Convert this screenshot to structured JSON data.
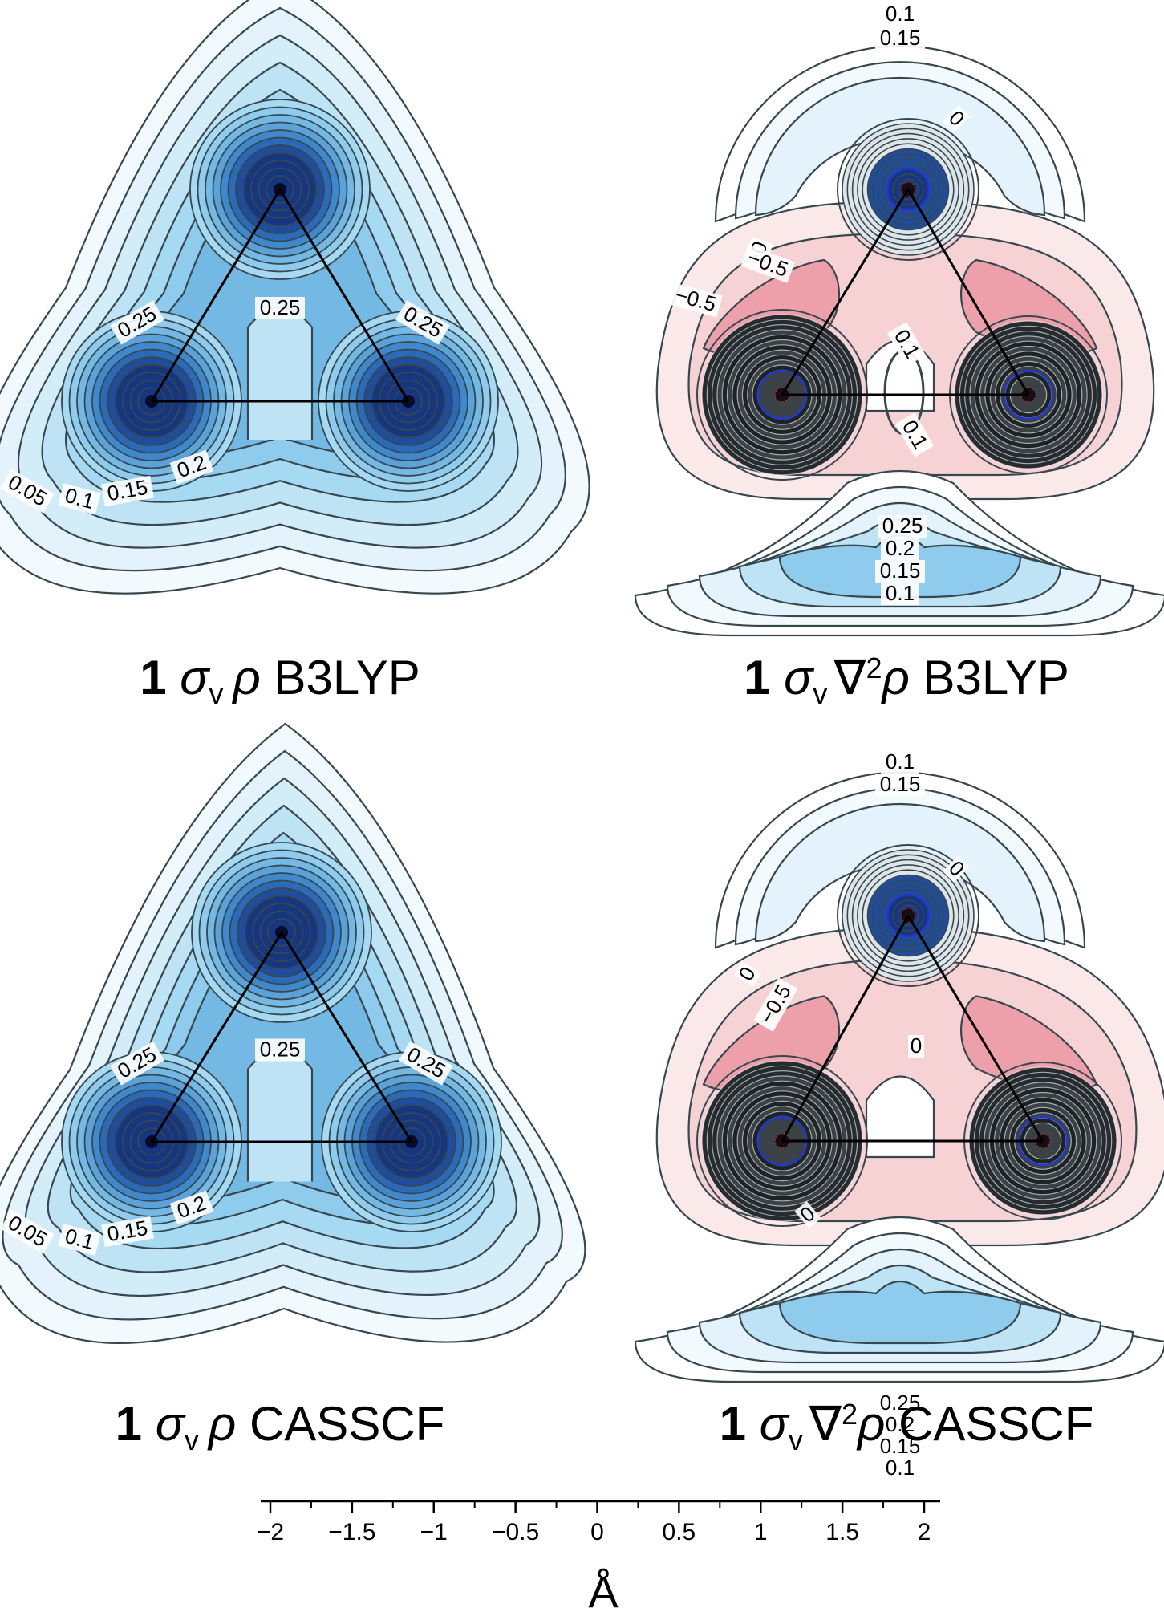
{
  "panels": [
    {
      "id": "rho-b3lyp",
      "kind": "density",
      "caption": {
        "bold": "1",
        "sym": "σ",
        "sub": "v",
        "op": "ρ",
        "method": "B3LYP"
      },
      "labels": [
        "0.25",
        "0.25",
        "0.25",
        "0.2",
        "0.15",
        "0.1",
        "0.05"
      ]
    },
    {
      "id": "lap-b3lyp",
      "kind": "laplacian",
      "caption": {
        "bold": "1",
        "sym": "σ",
        "sub": "v",
        "op": "∇",
        "sup": "2",
        "op2": "ρ",
        "method": "B3LYP"
      },
      "labels": [
        "0.1",
        "0.15",
        "0",
        "0",
        "-0.5",
        "-0.5",
        "0.1",
        "0.1",
        "0.25",
        "0.2",
        "0.15",
        "0.1"
      ]
    },
    {
      "id": "rho-casscf",
      "kind": "density",
      "caption": {
        "bold": "1",
        "sym": "σ",
        "sub": "v",
        "op": "ρ",
        "method": "CASSCF"
      },
      "labels": [
        "0.25",
        "0.25",
        "0.25",
        "0.2",
        "0.15",
        "0.1",
        "0.05"
      ]
    },
    {
      "id": "lap-casscf",
      "kind": "laplacian",
      "caption": {
        "bold": "1",
        "sym": "σ",
        "sub": "v",
        "op": "∇",
        "sup": "2",
        "op2": "ρ",
        "method": "CASSCF"
      },
      "labels": [
        "0.1",
        "0.15",
        "0",
        "0",
        "-0.5",
        "0",
        "0",
        "0.25",
        "0.2",
        "0.15",
        "0.1"
      ]
    }
  ],
  "scale_axis": {
    "ticks": [
      -2,
      -1.5,
      -1,
      -0.5,
      0,
      0.5,
      1,
      1.5,
      2
    ],
    "tick_labels": [
      "−2",
      "−1.5",
      "−1",
      "−0.5",
      "0",
      "0.5",
      "1",
      "1.5",
      "2"
    ],
    "unit": "Å"
  },
  "colors": {
    "ring": "#37474f",
    "bond": "#000000",
    "nucleus": "#0a0a2a",
    "blue_levels": [
      "#f3fafd",
      "#e4f3fb",
      "#d2ecf8",
      "#bde3f5",
      "#a6d9f2",
      "#8ecbed",
      "#74b8e4",
      "#5aa2d9",
      "#3f88cb",
      "#2a6ab8",
      "#1f4d9c",
      "#173680"
    ],
    "pink_levels": [
      "#fbe9e9",
      "#f7d2d4",
      "#f3b6bd",
      "#eea0aa"
    ],
    "dark_core": "#262b2f",
    "core_ring": "#ffffff",
    "accent_blue": "#2236d6"
  }
}
